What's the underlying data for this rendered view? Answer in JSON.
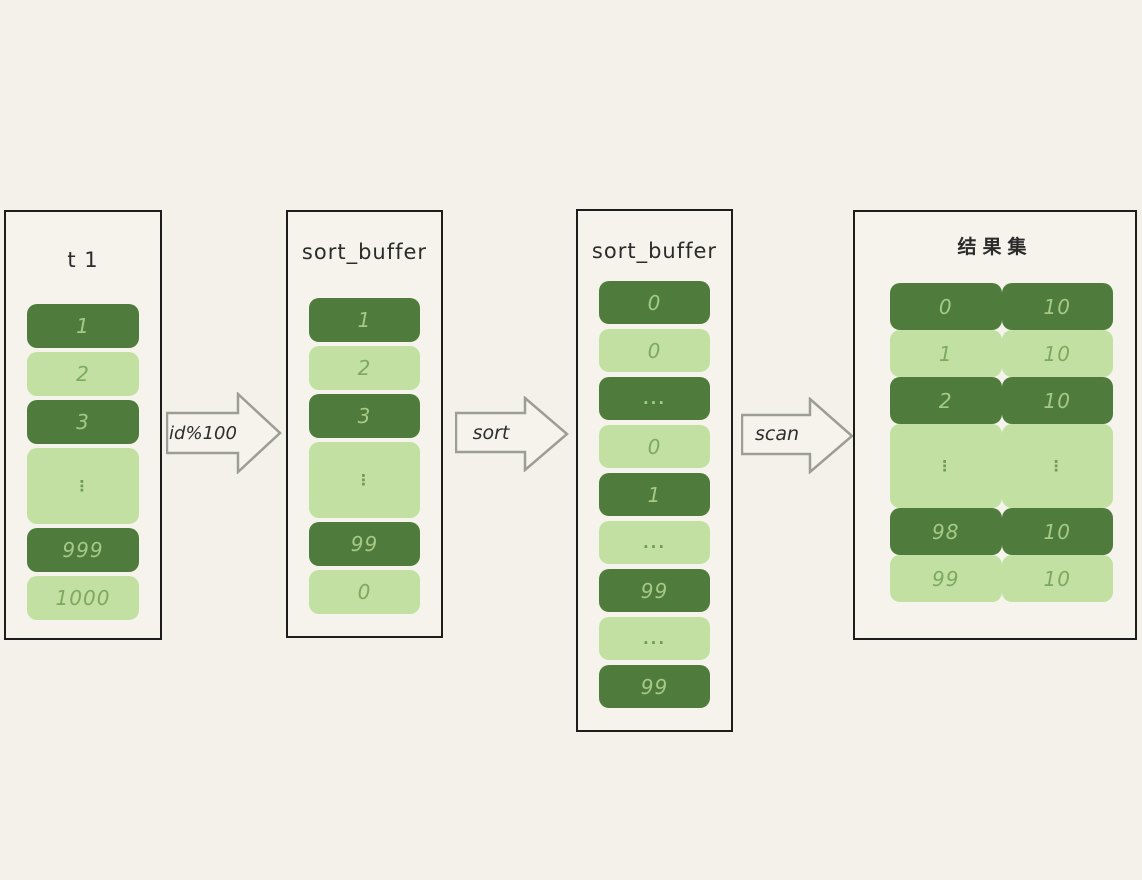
{
  "colors": {
    "background": "#f3f1ea",
    "panel_background": "#f5f3ec",
    "panel_border": "#1d1d1b",
    "cell_dark": "#4f7c3c",
    "cell_light": "#c3e0a3",
    "cell_dark_text": "#a6c985",
    "cell_light_text": "#7ca95f",
    "arrow_stroke": "#9d9d97",
    "label_text": "#2d2d2d"
  },
  "panels": [
    {
      "id": "t1",
      "title": "t 1",
      "rows": [
        {
          "cells": [
            "1"
          ],
          "tone": "dark"
        },
        {
          "cells": [
            "2"
          ],
          "tone": "light"
        },
        {
          "cells": [
            "3"
          ],
          "tone": "dark"
        },
        {
          "cells": [
            "⋮"
          ],
          "tone": "light",
          "tall": true
        },
        {
          "cells": [
            "999"
          ],
          "tone": "dark"
        },
        {
          "cells": [
            "1000"
          ],
          "tone": "light"
        }
      ]
    },
    {
      "id": "sort-buffer-unsorted",
      "title": "sort_buffer",
      "rows": [
        {
          "cells": [
            "1"
          ],
          "tone": "dark"
        },
        {
          "cells": [
            "2"
          ],
          "tone": "light"
        },
        {
          "cells": [
            "3"
          ],
          "tone": "dark"
        },
        {
          "cells": [
            "⋮"
          ],
          "tone": "light",
          "tall": true
        },
        {
          "cells": [
            "99"
          ],
          "tone": "dark"
        },
        {
          "cells": [
            "0"
          ],
          "tone": "light"
        }
      ]
    },
    {
      "id": "sort-buffer-sorted",
      "title": "sort_buffer",
      "rows": [
        {
          "cells": [
            "0"
          ],
          "tone": "dark"
        },
        {
          "cells": [
            "0"
          ],
          "tone": "light"
        },
        {
          "cells": [
            "..."
          ],
          "tone": "dark"
        },
        {
          "cells": [
            "0"
          ],
          "tone": "light"
        },
        {
          "cells": [
            "1"
          ],
          "tone": "dark"
        },
        {
          "cells": [
            "..."
          ],
          "tone": "light"
        },
        {
          "cells": [
            "99"
          ],
          "tone": "dark"
        },
        {
          "cells": [
            "..."
          ],
          "tone": "light"
        },
        {
          "cells": [
            "99"
          ],
          "tone": "dark"
        }
      ]
    },
    {
      "id": "result-set",
      "title": "结果集",
      "rows": [
        {
          "cells": [
            "0",
            "10"
          ],
          "tone": "dark"
        },
        {
          "cells": [
            "1",
            "10"
          ],
          "tone": "light"
        },
        {
          "cells": [
            "2",
            "10"
          ],
          "tone": "dark"
        },
        {
          "cells": [
            "⋮",
            "⋮"
          ],
          "tone": "light",
          "tall": true
        },
        {
          "cells": [
            "98",
            "10"
          ],
          "tone": "dark"
        },
        {
          "cells": [
            "99",
            "10"
          ],
          "tone": "light"
        }
      ]
    }
  ],
  "arrows": [
    {
      "label": "id%100"
    },
    {
      "label": "sort"
    },
    {
      "label": "scan"
    }
  ]
}
